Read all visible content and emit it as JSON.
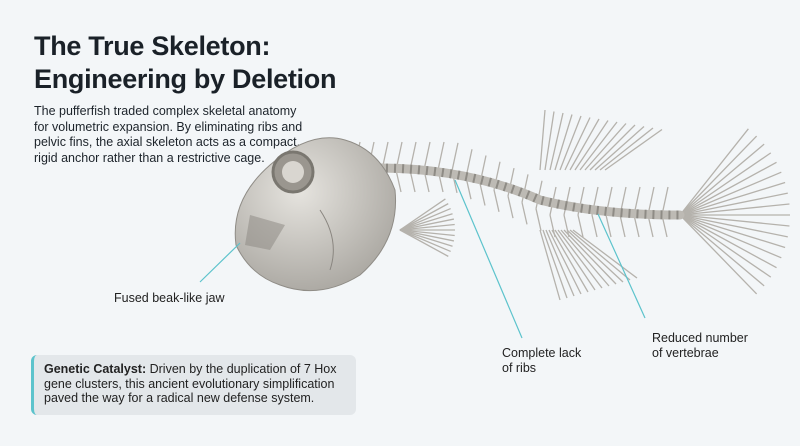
{
  "title": {
    "line1": "The True Skeleton:",
    "line2": "Engineering by Deletion"
  },
  "intro": "The pufferfish traded complex skeletal anatomy for volumetric expansion. By eliminating ribs and pelvic fins, the axial skeleton acts as a compact, rigid anchor rather than a restrictive cage.",
  "labels": {
    "jaw": "Fused beak-like jaw",
    "ribs_line1": "Complete lack",
    "ribs_line2": "of ribs",
    "vertebrae_line1": "Reduced number",
    "vertebrae_line2": "of vertebrae"
  },
  "callout": {
    "heading": "Genetic Catalyst:",
    "body": " Driven by the duplication of 7 Hox gene clusters, this ancient evolutionary simplification paved the way for a radical new defense system."
  },
  "colors": {
    "accent": "#5cc3cc",
    "bone": "#c9c7c1",
    "background": "#f3f6f8"
  }
}
